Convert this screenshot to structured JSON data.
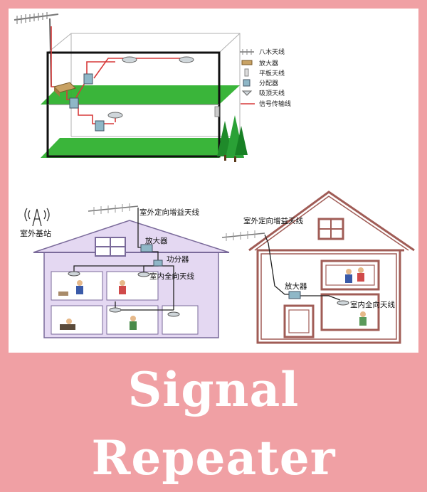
{
  "title": "Signal Repeater",
  "legend": {
    "yagi": "八木天线",
    "amplifier": "放大器",
    "panel": "平板天线",
    "splitter": "分配器",
    "ceiling": "吸顶天线",
    "cable": "信号传输线"
  },
  "left_house": {
    "base_station": "室外基站",
    "outdoor_antenna": "室外定向增益天线",
    "amplifier": "放大器",
    "splitter": "功分器",
    "indoor_antenna": "室内全向天线"
  },
  "right_house": {
    "outdoor_antenna": "室外定向增益天线",
    "amplifier": "放大器",
    "indoor_antenna": "室内全向天线"
  },
  "colors": {
    "background": "#f0a0a4",
    "floor": "#2fb12f",
    "house_fill": "#e4d8f2",
    "house_outline": "#a05c56",
    "cable": "#d73a3a"
  }
}
